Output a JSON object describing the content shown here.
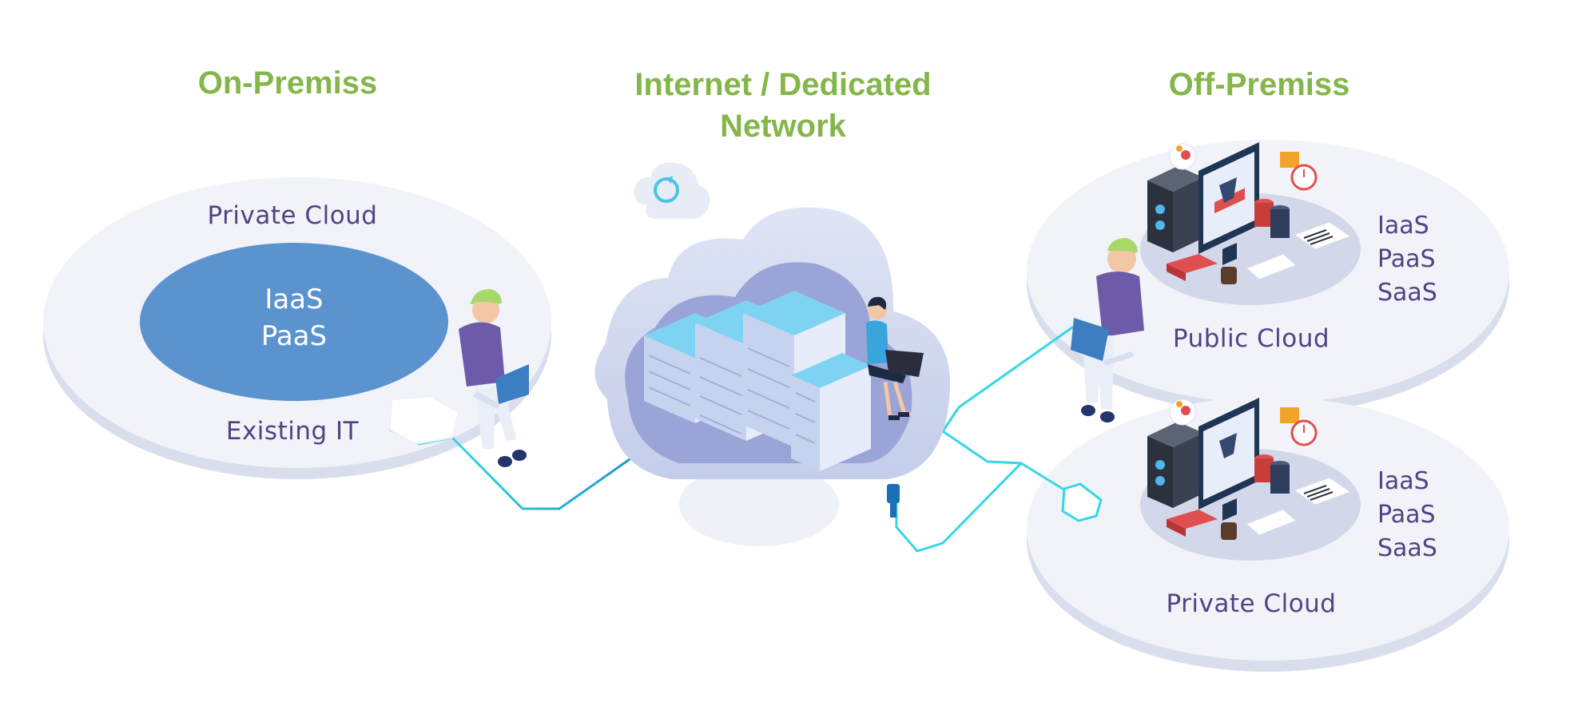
{
  "headings": {
    "on_premiss": "On-Premiss",
    "internet_line1": "Internet / Dedicated",
    "internet_line2": "Network",
    "off_premiss": "Off-Premiss"
  },
  "on_premiss": {
    "outer_label": "Private Cloud",
    "inner_services": [
      "IaaS",
      "PaaS"
    ],
    "bottom_label": "Existing IT"
  },
  "public_cloud": {
    "label": "Public Cloud",
    "services": [
      "IaaS",
      "PaaS",
      "SaaS"
    ]
  },
  "private_cloud_off": {
    "label": "Private Cloud",
    "services": [
      "IaaS",
      "PaaS",
      "SaaS"
    ]
  },
  "icons": [
    "sync-cloud-icon",
    "server-cloud-icon",
    "person-laptop-icon",
    "data-analysis-monitor-icon",
    "server-tower-icon",
    "clock-24h-icon",
    "database-icon",
    "gear-icon"
  ],
  "colors": {
    "heading": "#84b64a",
    "label": "#4a4683",
    "inner_ellipse": "#5b93cf",
    "platform": "#f1f3f9",
    "connector": "#31d3e6"
  }
}
